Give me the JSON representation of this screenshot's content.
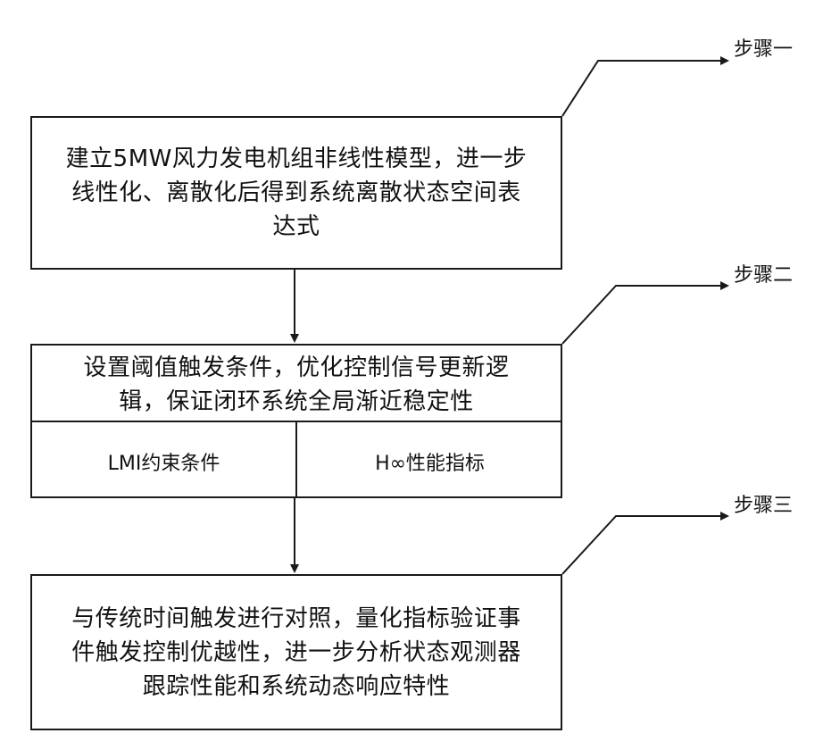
{
  "steps": [
    {
      "label": "步骤一",
      "lines": [
        "建立5MW风力发电机组非线性模型，进一步",
        "线性化、离散化后得到系统离散状态空间表",
        "达式"
      ]
    },
    {
      "label": "步骤二",
      "lines": [
        "设置阈值触发条件，优化控制信号更新逻",
        "辑，保证闭环系统全局渐近稳定性"
      ],
      "sub_left": "LMI约束条件",
      "sub_right": "H∞性能指标"
    },
    {
      "label": "步骤三",
      "lines": [
        "与传统时间触发进行对照，量化指标验证事",
        "件触发控制优越性，进一步分析状态观测器",
        "跟踪性能和系统动态响应特性"
      ]
    }
  ]
}
